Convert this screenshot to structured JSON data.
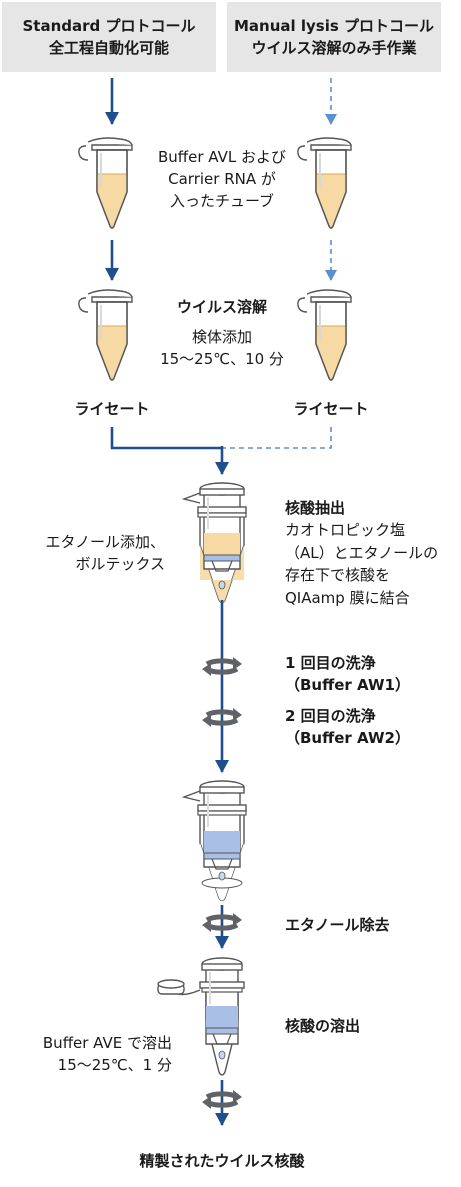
{
  "headers": {
    "standard": {
      "title": "Standard プロトコール",
      "subtitle": "全工程自動化可能"
    },
    "manual": {
      "title": "Manual lysis プロトコール",
      "subtitle": "ウイルス溶解のみ手作業"
    }
  },
  "steps": {
    "tube_label": [
      "Buffer AVL および",
      "Carrier RNA が",
      "入ったチューブ"
    ],
    "lysis_title": "ウイルス溶解",
    "lysis_detail": [
      "検体添加",
      "15～25℃、10 分"
    ],
    "lysate_left": "ライセート",
    "lysate_right": "ライセート",
    "ethanol_add": [
      "エタノール添加、",
      "ボルテックス"
    ],
    "extraction_title": "核酸抽出",
    "extraction_detail": [
      "カオトロピック塩",
      "（AL）とエタノールの",
      "存在下で核酸を",
      "QIAamp 膜に結合"
    ],
    "wash1": [
      "1 回目の洗浄",
      "（Buffer AW1）"
    ],
    "wash2": [
      "2 回目の洗浄",
      "（Buffer AW2）"
    ],
    "ethanol_remove": "エタノール除去",
    "elution_title": "核酸の溶出",
    "elution_detail": [
      "Buffer AVE で溶出",
      "15～25℃、1 分"
    ],
    "result": "精製されたウイルス核酸"
  },
  "colors": {
    "arrow_solid": "#1f4e8c",
    "arrow_dashed": "#5b8fd0",
    "header_bg": "#e6e6e6",
    "sample_liquid": "#f6d9a3",
    "wash_liquid": "#a9bfe6",
    "rotation_icon": "#5f6368"
  }
}
